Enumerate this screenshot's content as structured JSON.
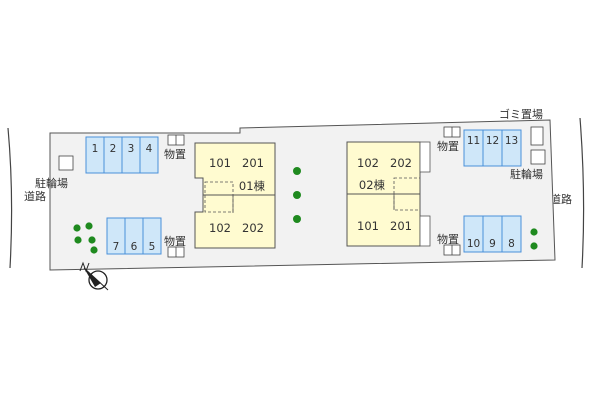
{
  "colors": {
    "site_fill": "#f2f2f2",
    "site_stroke": "#555555",
    "building_fill": "#fffbd0",
    "parking_fill": "#cfe7f9",
    "parking_stroke": "#4a90d9",
    "tree": "#1f8a1f",
    "road_line": "#444444"
  },
  "labels": {
    "road_left": "道路",
    "road_right": "道路",
    "bicycle_left": "駐輪場",
    "bicycle_right": "駐輪場",
    "garbage": "ゴミ置場",
    "storage_a": "物置",
    "storage_b": "物置",
    "storage_c": "物置",
    "storage_d": "物置"
  },
  "parking": {
    "left_top": [
      "1",
      "2",
      "3",
      "4"
    ],
    "left_bottom": [
      "7",
      "6",
      "5"
    ],
    "right_top": [
      "11",
      "12",
      "13"
    ],
    "right_bottom": [
      "10",
      "9",
      "8"
    ]
  },
  "building_01": {
    "name": "01棟",
    "top_units": [
      "101",
      "201"
    ],
    "bottom_units": [
      "102",
      "202"
    ]
  },
  "building_02": {
    "name": "02棟",
    "top_units": [
      "102",
      "202"
    ],
    "bottom_units": [
      "101",
      "201"
    ]
  },
  "compass": {
    "direction": "north",
    "icon": "compass-icon"
  }
}
